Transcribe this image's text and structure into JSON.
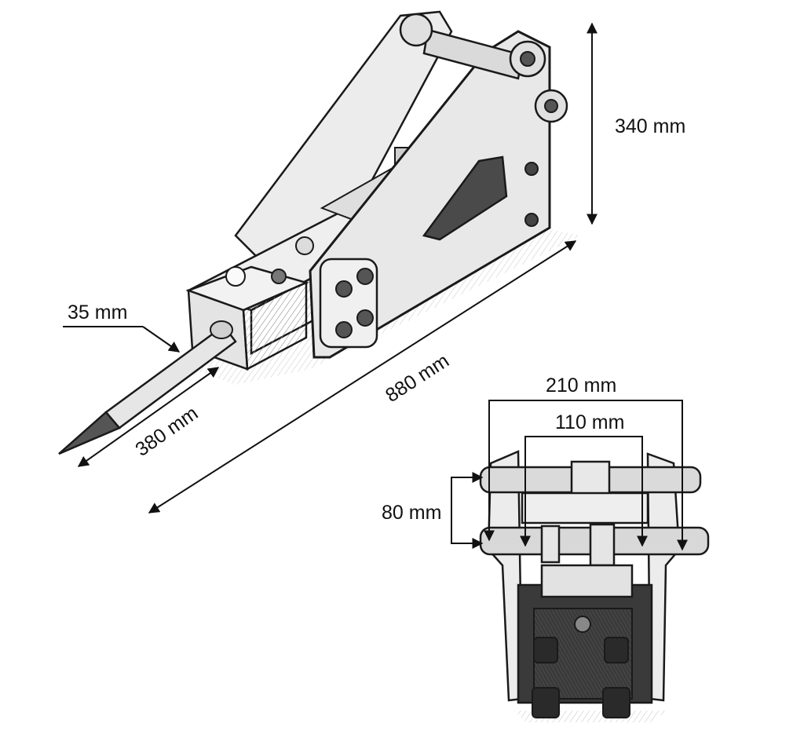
{
  "dimensions": {
    "chisel_diameter": "35 mm",
    "chisel_length": "380 mm",
    "overall_length": "880 mm",
    "height": "340 mm",
    "outer_width": "210 mm",
    "inner_width": "110 mm",
    "pin_spacing": "80 mm"
  },
  "colors": {
    "line": "#1a1a1a",
    "metal": "#e4e4e4",
    "metal_shade": "#bdbdbd",
    "dark": "#3a3a3a",
    "ground": "#d6d6d6"
  }
}
